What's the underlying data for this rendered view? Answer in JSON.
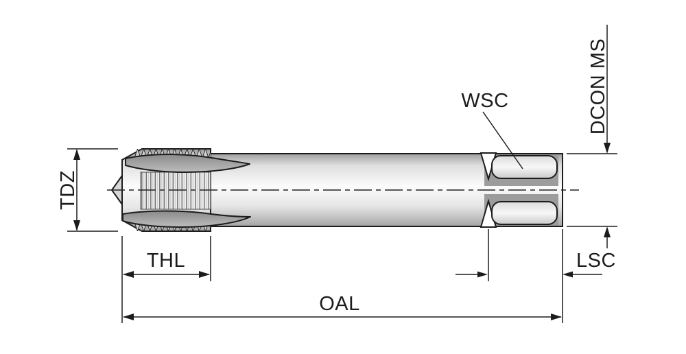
{
  "drawing": {
    "labels": {
      "tdz": "TDZ",
      "thl": "THL",
      "oal": "OAL",
      "wsc": "WSC",
      "dcon_ms": "DCON MS",
      "lsc": "LSC"
    },
    "colors": {
      "line": "#1c1c1c",
      "metal_light": "#fbfbfb",
      "metal_mid": "#d9d9d9",
      "metal_dark": "#9c9c9c",
      "flute_dark": "#868686",
      "background": "#ffffff"
    }
  }
}
